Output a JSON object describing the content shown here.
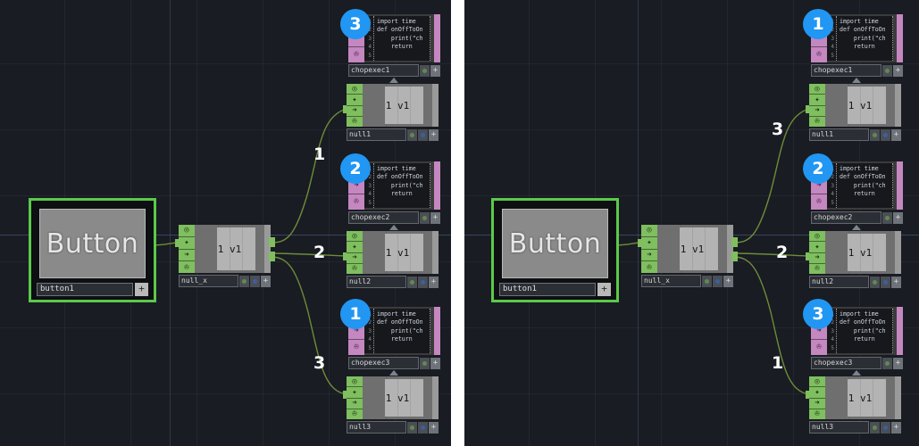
{
  "app": {
    "background_color": "#191c22",
    "accent_badge_color": "#2196f3",
    "node_green": "#5bc94a",
    "wire_color": "#6d8c3a"
  },
  "code_lines": [
    "import time",
    "",
    "def onOffToOn",
    "    print(\"ch",
    "    return"
  ],
  "gutter": [
    "1",
    "2",
    "3",
    "4",
    "5"
  ],
  "panels": [
    {
      "id": "left",
      "button_node": {
        "label": "Button",
        "name": "button1",
        "plus": "+"
      },
      "null_x": {
        "name": "null_x",
        "viewer_label": "1 v1",
        "plus": "+"
      },
      "rows": [
        {
          "chopexec_name": "chopexec1",
          "chopexec_badge": "3",
          "null_name": "null1",
          "null_label": "1 v1",
          "wire_label": "1",
          "plus": "+"
        },
        {
          "chopexec_name": "chopexec2",
          "chopexec_badge": "2",
          "null_name": "null2",
          "null_label": "1 v1",
          "wire_label": "2",
          "plus": "+"
        },
        {
          "chopexec_name": "chopexec3",
          "chopexec_badge": "1",
          "null_name": "null3",
          "null_label": "1 v1",
          "wire_label": "3",
          "plus": "+"
        }
      ]
    },
    {
      "id": "right",
      "button_node": {
        "label": "Button",
        "name": "button1",
        "plus": "+"
      },
      "null_x": {
        "name": "null_x",
        "viewer_label": "1 v1",
        "plus": "+"
      },
      "rows": [
        {
          "chopexec_name": "chopexec1",
          "chopexec_badge": "1",
          "null_name": "null1",
          "null_label": "1 v1",
          "wire_label": "3",
          "plus": "+"
        },
        {
          "chopexec_name": "chopexec2",
          "chopexec_badge": "2",
          "null_name": "null2",
          "null_label": "1 v1",
          "wire_label": "2",
          "plus": "+"
        },
        {
          "chopexec_name": "chopexec3",
          "chopexec_badge": "3",
          "null_name": "null3",
          "null_label": "1 v1",
          "wire_label": "1",
          "plus": "+"
        }
      ]
    }
  ],
  "icons": {
    "null_strip": [
      "viewer-icon",
      "bypass-icon",
      "display-icon",
      "clone-icon"
    ],
    "chop_strip": [
      "bypass-icon",
      "display-icon",
      "clone-icon"
    ]
  }
}
